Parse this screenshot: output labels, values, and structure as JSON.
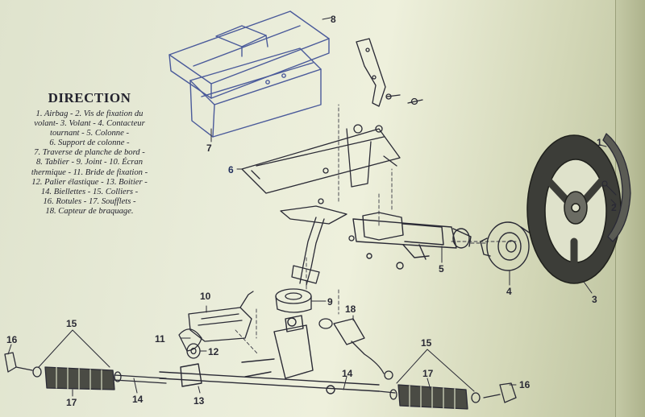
{
  "title": "DIRECTION",
  "legend_lines": [
    "1. Airbag - 2. Vis de fixation du",
    "volant- 3. Volant - 4. Contacteur",
    "tournant - 5. Colonne -",
    "6. Support de colonne -",
    "7. Traverse de planche de bord -",
    "8. Tablier - 9. Joint - 10. Écran",
    "thermique - 11. Bride de fixation -",
    "12. Palier élastique - 13. Boitier -",
    "14. Biellettes - 15. Colliers -",
    "16. Rotules - 17. Soufflets -",
    "18. Capteur de braquage."
  ],
  "callouts": {
    "c1": "1",
    "c2": "2",
    "c3": "3",
    "c4": "4",
    "c5": "5",
    "c6": "6",
    "c7": "7",
    "c8": "8",
    "c9": "9",
    "c10": "10",
    "c11": "11",
    "c12": "12",
    "c13": "13",
    "c14a": "14",
    "c14b": "14",
    "c15a": "15",
    "c15b": "15",
    "c16a": "16",
    "c16b": "16",
    "c17a": "17",
    "c17b": "17",
    "c18": "18"
  },
  "colors": {
    "ink": "#2a2a35",
    "blue_ink": "#4a5a9a",
    "paper": "#e9ecd9"
  }
}
